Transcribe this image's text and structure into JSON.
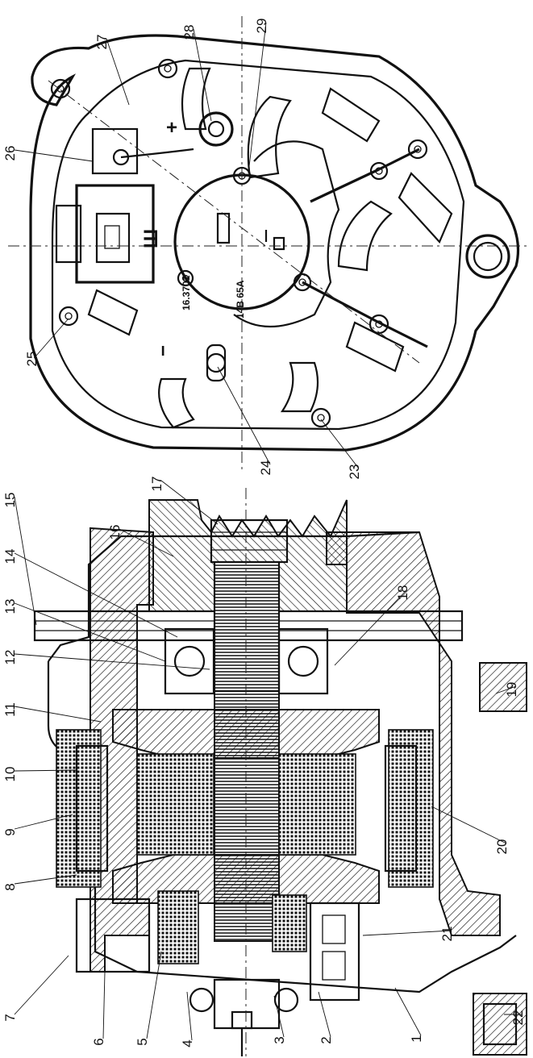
{
  "side_view": {
    "labels": [
      "1",
      "2",
      "3",
      "4",
      "5",
      "6",
      "7",
      "8",
      "9",
      "10",
      "11",
      "12",
      "13",
      "14",
      "15",
      "16",
      "17",
      "18",
      "19",
      "20",
      "21",
      "22"
    ]
  },
  "end_view": {
    "labels": [
      "23",
      "24",
      "25",
      "26",
      "27",
      "28",
      "29"
    ],
    "plate_line1": "16.3701",
    "plate_line2": "14В  65А",
    "plus_terminal": "+",
    "minus_terminal": "−",
    "excitation_terminal": "Ш"
  }
}
